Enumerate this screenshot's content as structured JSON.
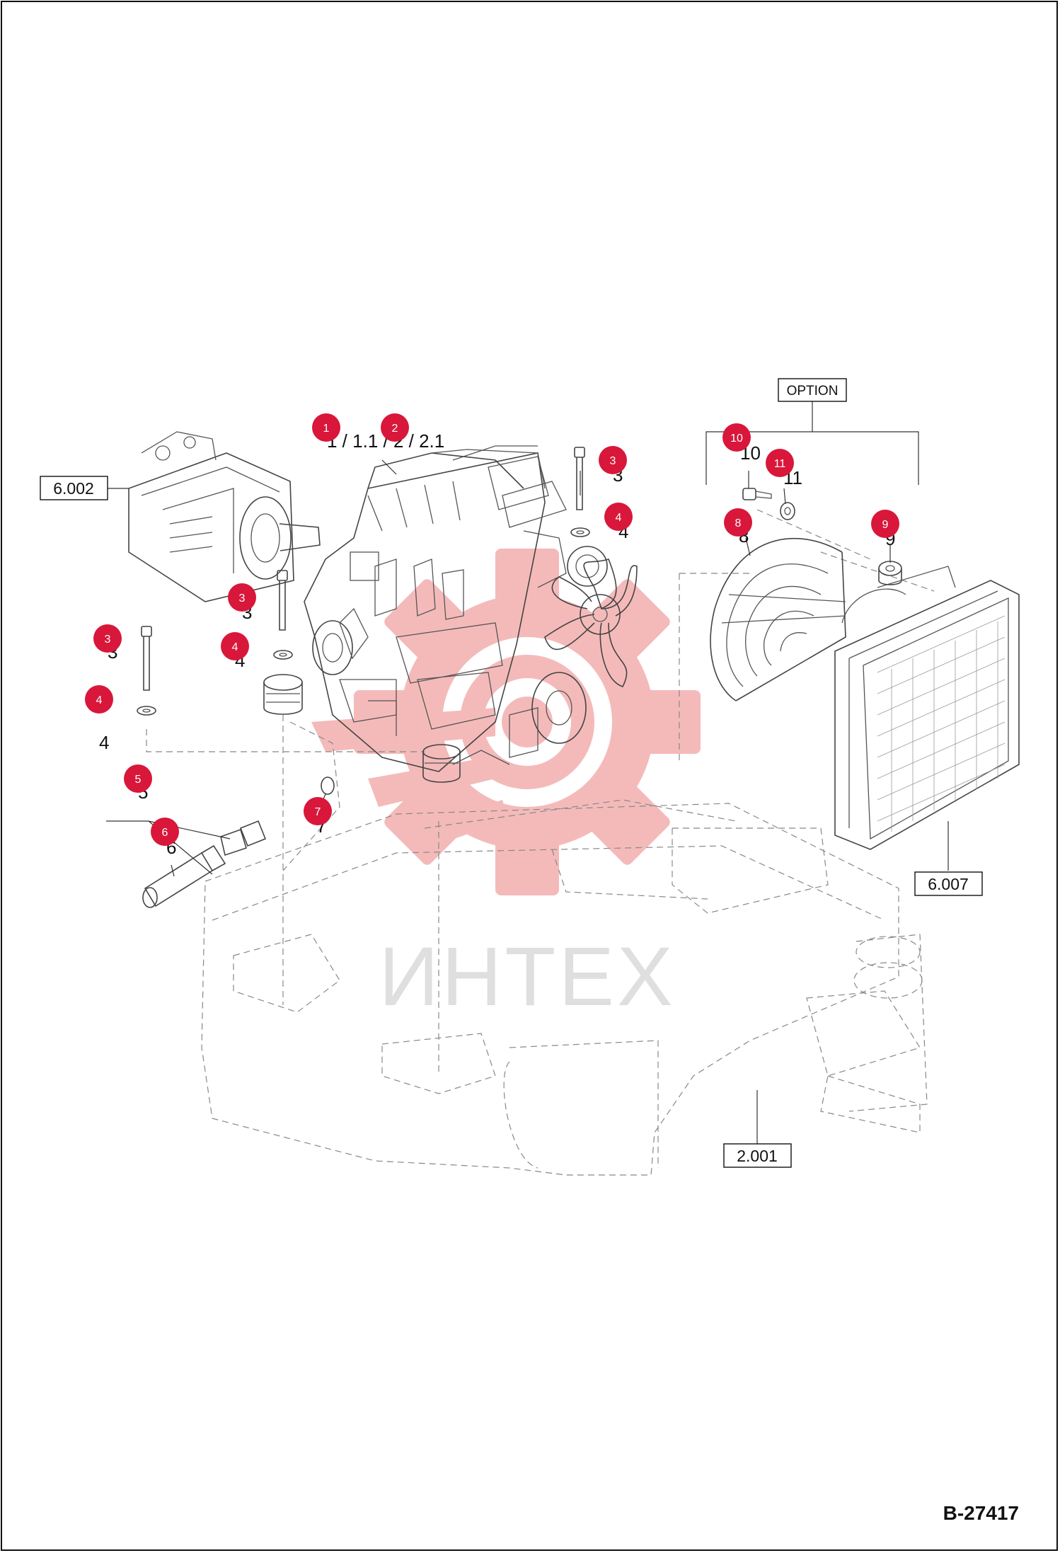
{
  "document_code": "B-27417",
  "watermark": "ИНТЕХ",
  "option_label": "OPTION",
  "reference_boxes": {
    "pump": "6.002",
    "radiator": "6.007",
    "frame": "2.001"
  },
  "callout_texts": {
    "engine": "1 / 1.1 / 2 / 2.1",
    "n3_top": "3",
    "n4_top": "4",
    "n3_mid": "3",
    "n4_mid": "4",
    "n3_left": "3",
    "n4_left": "4",
    "n5": "5",
    "n6": "6",
    "n7": "7",
    "n8": "8",
    "n9": "9",
    "n10": "10",
    "n11": "11"
  },
  "badges": {
    "b1": "1",
    "b2": "2",
    "b3_top": "3",
    "b4_top": "4",
    "b3_mid": "3",
    "b4_mid": "4",
    "b3_left": "3",
    "b4_left": "4",
    "b5": "5",
    "b6": "6",
    "b7": "7",
    "b8": "8",
    "b9": "9",
    "b10": "10",
    "b11": "11"
  },
  "colors": {
    "badge": "#d8173a",
    "watermark_red": "#f3b3b3",
    "watermark_gray": "#dcdcdc"
  }
}
